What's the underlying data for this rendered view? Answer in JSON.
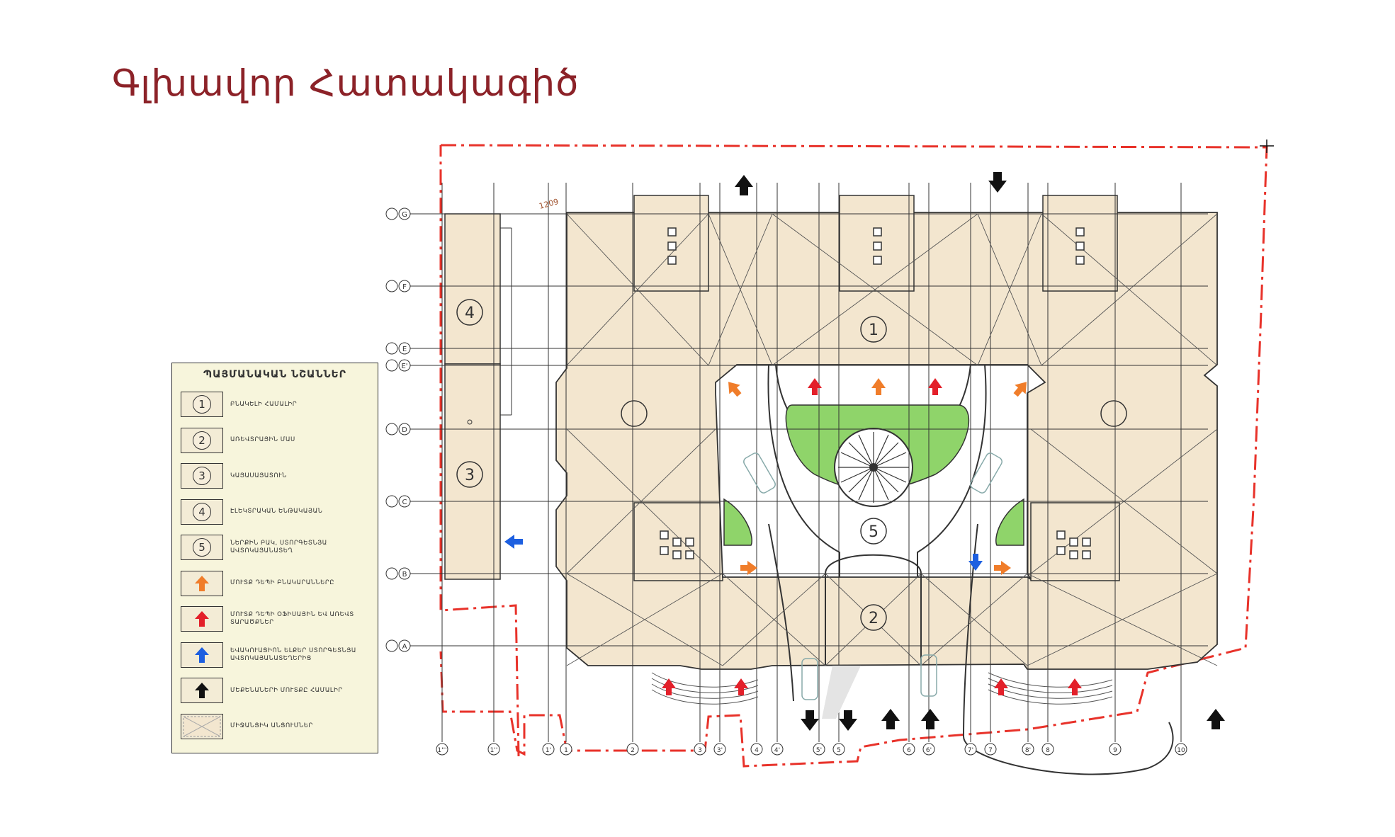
{
  "title": "Գլխավոր Հատակագիծ",
  "legend": {
    "title": "ՊԱՅՄԱՆԱԿԱՆ ՆՇԱՆՆԵՐ",
    "items": [
      {
        "num": "1",
        "text": "ԲՆԱԿԵԼԻ ՀԱՄԱԼԻՐ",
        "swatch": "circle"
      },
      {
        "num": "2",
        "text": "ԱՌԵՎՏՐԱՅԻՆ ՄԱՍ",
        "swatch": "circle"
      },
      {
        "num": "3",
        "text": "ԿԱՅԱՍԱՅԱՏՈՒՆ",
        "swatch": "circle"
      },
      {
        "num": "4",
        "text": "ԷԼԵԿՏՐԱԿԱՆ ԵՆԹԱԿԱՅԱՆ",
        "swatch": "circle"
      },
      {
        "num": "5",
        "text": "ՆԵՐՔԻՆ ԲԱԿ, ՍՏՈՐԳԵՏՆՅԱ ԱՎՏՈԿԱՅԱՆԱՏԵՂ",
        "swatch": "circle"
      },
      {
        "num": "",
        "text": "ՄՈՒՏՔ ԴԵՊԻ ԲՆԱԿԱՐԱՆՆԵՐԸ",
        "swatch": "orange-arrow"
      },
      {
        "num": "",
        "text": "ՄՈՒՏՔ ԴԵՊԻ ՕՖԻՍԱՅԻՆ ԵՎ ԱՌԵՎՏ ՏԱՐԱԾՔՆԵՐ",
        "swatch": "red-arrow"
      },
      {
        "num": "",
        "text": "ԵՎԱԿՈՒԱՑԻՈՆ ԵԼՔԵՐ ՍՏՈՐԳԵՏՆՅԱ ԱՎՏՈԿԱՅԱՆԱՏԵՂԵՐԻՑ",
        "swatch": "blue-arrow"
      },
      {
        "num": "",
        "text": "ՄԵՔԵՆԱՆԵՐԻ ՄՈՒՏՔԸ ՀԱՄԱԼԻՐ",
        "swatch": "black-arrow"
      },
      {
        "num": "",
        "text": "ՄԻՋԱՆՑԻԿ ԱՆՑՈՒՄՆԵՐ",
        "swatch": "hatch"
      }
    ]
  },
  "plan": {
    "row_labels": [
      "G",
      "F",
      "E",
      "E'",
      "D",
      "C",
      "B",
      "A"
    ],
    "col_labels": [
      "1'''",
      "1''",
      "1'",
      "1",
      "2",
      "3",
      "3'",
      "4",
      "4'",
      "5'",
      "5",
      "6",
      "6'",
      "7'",
      "7",
      "8'",
      "8",
      "9",
      "10"
    ],
    "zone_labels": [
      "1",
      "2",
      "3",
      "4",
      "5"
    ],
    "dimension_label": "1209"
  },
  "colors": {
    "building": "#f3e6cf",
    "courtyard_green": "#8fd46a",
    "boundary": "#e8322a",
    "grid": "#333333",
    "arrow_orange": "#f07d2a",
    "arrow_red": "#e3202a",
    "arrow_blue": "#1d5fe0",
    "arrow_black": "#111111",
    "title": "#8c2228"
  }
}
